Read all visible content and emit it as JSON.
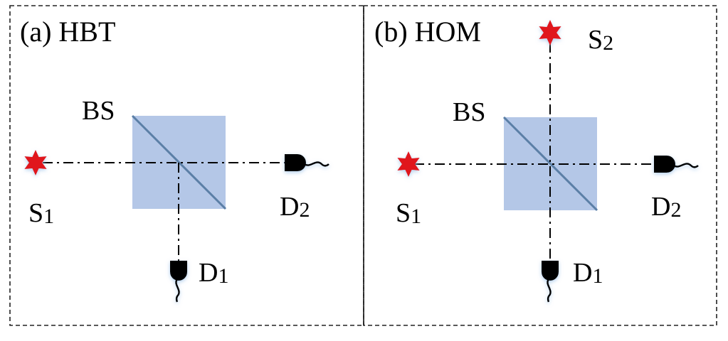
{
  "colors": {
    "frame": "#222222",
    "beam": "#000000",
    "beamsplitter_fill": "#b4c7e7",
    "beamsplitter_line": "#5b7fa6",
    "source": "#e0191f",
    "detector": "#000000"
  },
  "icons": {
    "source": "star-source-icon",
    "detector": "detector-icon",
    "beamsplitter": "beamsplitter-cube-icon"
  },
  "panels": [
    {
      "title": "(a) HBT",
      "bs_label": "BS",
      "sources": [
        {
          "letter": "S",
          "index": "1"
        }
      ],
      "detectors": [
        {
          "letter": "D",
          "index": "2"
        },
        {
          "letter": "D",
          "index": "1"
        }
      ]
    },
    {
      "title": "(b) HOM",
      "bs_label": "BS",
      "sources": [
        {
          "letter": "S",
          "index": "2"
        },
        {
          "letter": "S",
          "index": "1"
        }
      ],
      "detectors": [
        {
          "letter": "D",
          "index": "2"
        },
        {
          "letter": "D",
          "index": "1"
        }
      ]
    }
  ]
}
